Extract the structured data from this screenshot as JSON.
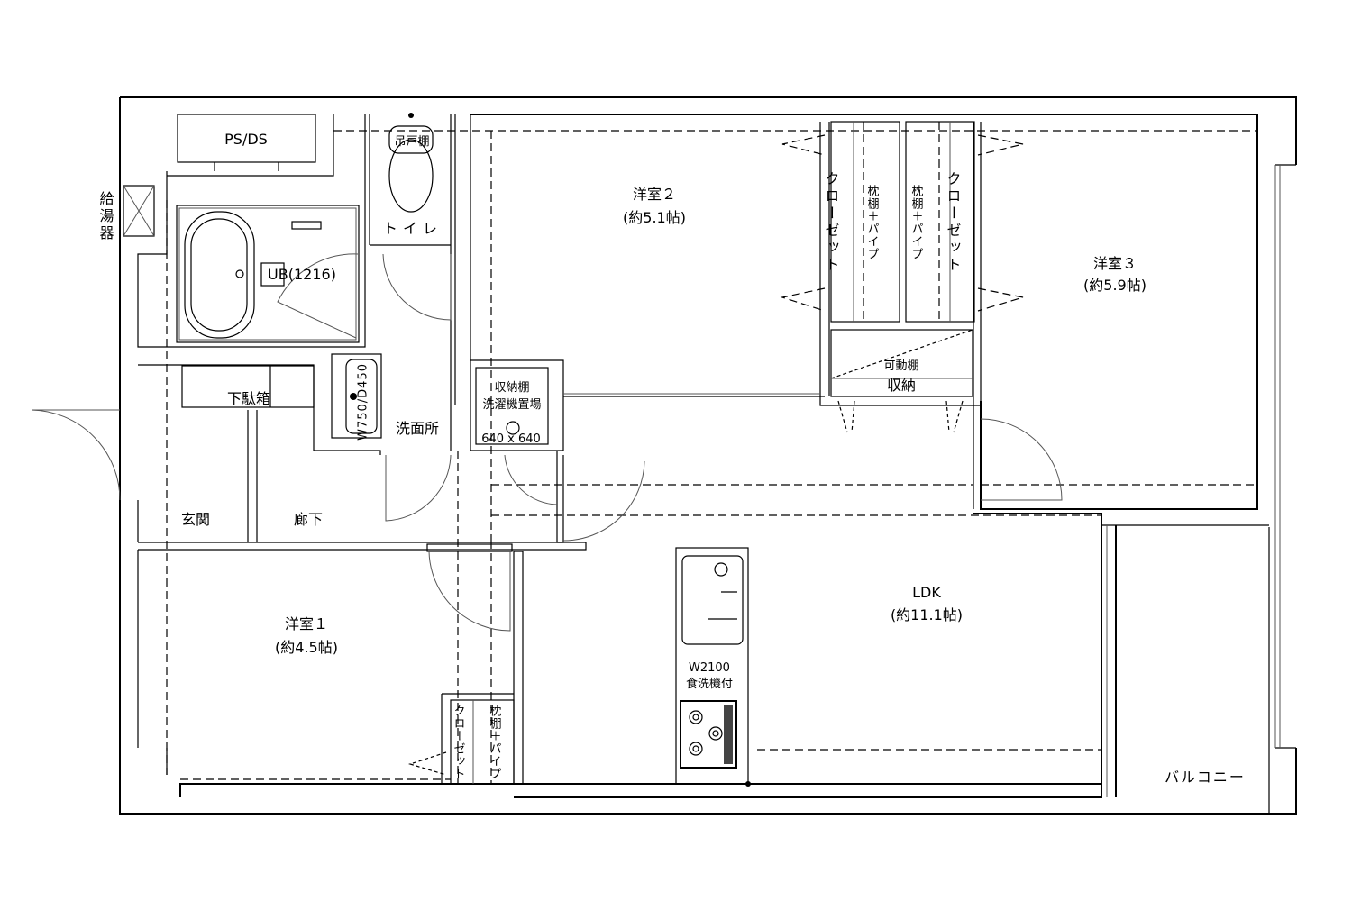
{
  "rooms": {
    "ps_ds": "PS/DS",
    "water_heater": "給湯器",
    "unit_bath": "UB(1216)",
    "toilet": "トイレ",
    "toilet_cabinet": "吊戸棚",
    "washroom": "洗面所",
    "vanity": "W750/D450",
    "shoe_box": "下駄箱",
    "laundry_shelf": "収納棚",
    "laundry_space": "洗濯機置場",
    "laundry_size": "640 x 640",
    "entrance": "玄関",
    "corridor": "廊下",
    "room2": {
      "name": "洋室２",
      "size": "(約5.1帖)"
    },
    "room3": {
      "name": "洋室３",
      "size": "(約5.9帖)"
    },
    "room1": {
      "name": "洋室１",
      "size": "(約4.5帖)"
    },
    "ldk": {
      "name": "LDK",
      "size": "(約11.1帖)"
    },
    "closet": "クローゼット",
    "shelf_pipe": "枕棚＋パイプ",
    "movable_shelf": "可動棚",
    "storage": "収納",
    "kitchen_width": "W2100",
    "dishwasher": "食洗機付",
    "balcony": "バルコニー"
  }
}
